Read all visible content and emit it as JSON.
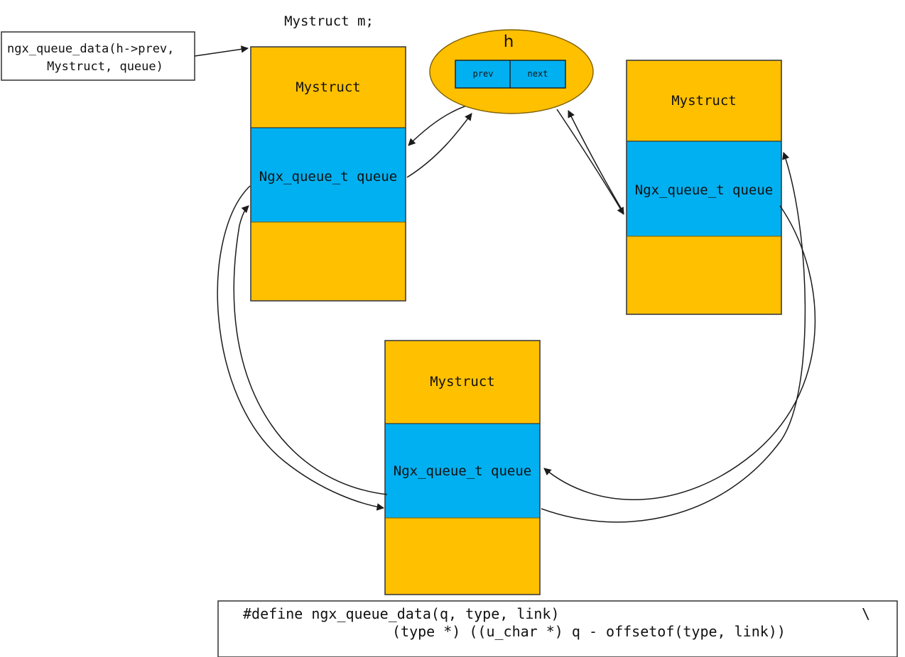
{
  "diagram": {
    "title_caption": "Mystruct m;",
    "colors": {
      "struct_fill": "#FFC000",
      "queue_fill": "#00B0F0",
      "stroke": "#1b1b1b",
      "background": "#ffffff"
    },
    "callout": {
      "line1": "ngx_queue_data(h->prev,",
      "line2": "Mystruct, queue)"
    },
    "head_node": {
      "label": "h",
      "slots": [
        {
          "name": "prev"
        },
        {
          "name": "next"
        }
      ]
    },
    "structs": [
      {
        "id": "left",
        "title": "Mystruct",
        "queue_label": "Ngx_queue_t queue"
      },
      {
        "id": "right",
        "title": "Mystruct",
        "queue_label": "Ngx_queue_t queue"
      },
      {
        "id": "bottom",
        "title": "Mystruct",
        "queue_label": "Ngx_queue_t queue"
      }
    ],
    "macro": {
      "line1": "#define ngx_queue_data(q, type, link)",
      "continuation": "\\",
      "line2": "(type *) ((u_char *) q - offsetof(type, link))"
    },
    "links": [
      {
        "from": "head.prev",
        "to": "left.queue"
      },
      {
        "from": "left.queue",
        "to": "head"
      },
      {
        "from": "head.next",
        "to": "right.queue"
      },
      {
        "from": "right.queue",
        "to": "head"
      },
      {
        "from": "bottom.queue",
        "to": "left.queue"
      },
      {
        "from": "left.queue",
        "to": "bottom.queue"
      },
      {
        "from": "bottom.queue",
        "to": "right.queue"
      },
      {
        "from": "right.queue",
        "to": "bottom.queue"
      },
      {
        "from": "callout",
        "to": "left.struct"
      }
    ]
  }
}
